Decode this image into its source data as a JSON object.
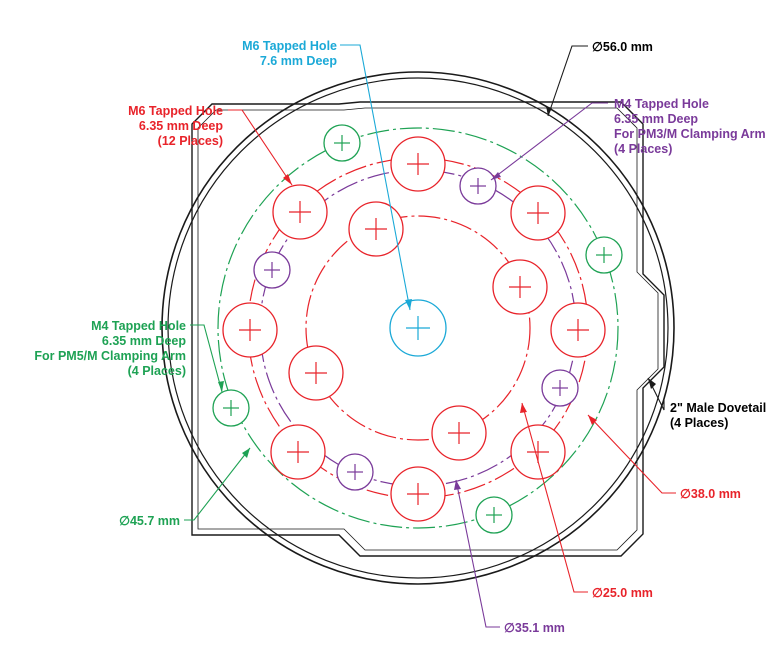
{
  "colors": {
    "outline": "#1a1a1a",
    "red": "#e8232a",
    "blue": "#1ba9d7",
    "purple": "#7a3a9a",
    "green": "#1ea254"
  },
  "labels": {
    "outer_diameter": "∅56.0 mm",
    "dovetail_1": "2\" Male Dovetail",
    "dovetail_2": "(4 Places)",
    "center_hole_1": "M6 Tapped Hole",
    "center_hole_2": "7.6 mm Deep",
    "m6_1": "M6 Tapped Hole",
    "m6_2": "6.35 mm Deep",
    "m6_3": "(12 Places)",
    "m4_pm3_1": "M4 Tapped Hole",
    "m4_pm3_2": "6.35 mm Deep",
    "m4_pm3_3": "For PM3/M Clamping Arm",
    "m4_pm3_4": "(4 Places)",
    "m4_pm5_1": "M4 Tapped Hole",
    "m4_pm5_2": "6.35 mm Deep",
    "m4_pm5_3": "For PM5/M Clamping Arm",
    "m4_pm5_4": "(4 Places)",
    "dia_45_7": "∅45.7 mm",
    "dia_38_0": "∅38.0 mm",
    "dia_25_0": "∅25.0 mm",
    "dia_35_1": "∅35.1 mm"
  }
}
